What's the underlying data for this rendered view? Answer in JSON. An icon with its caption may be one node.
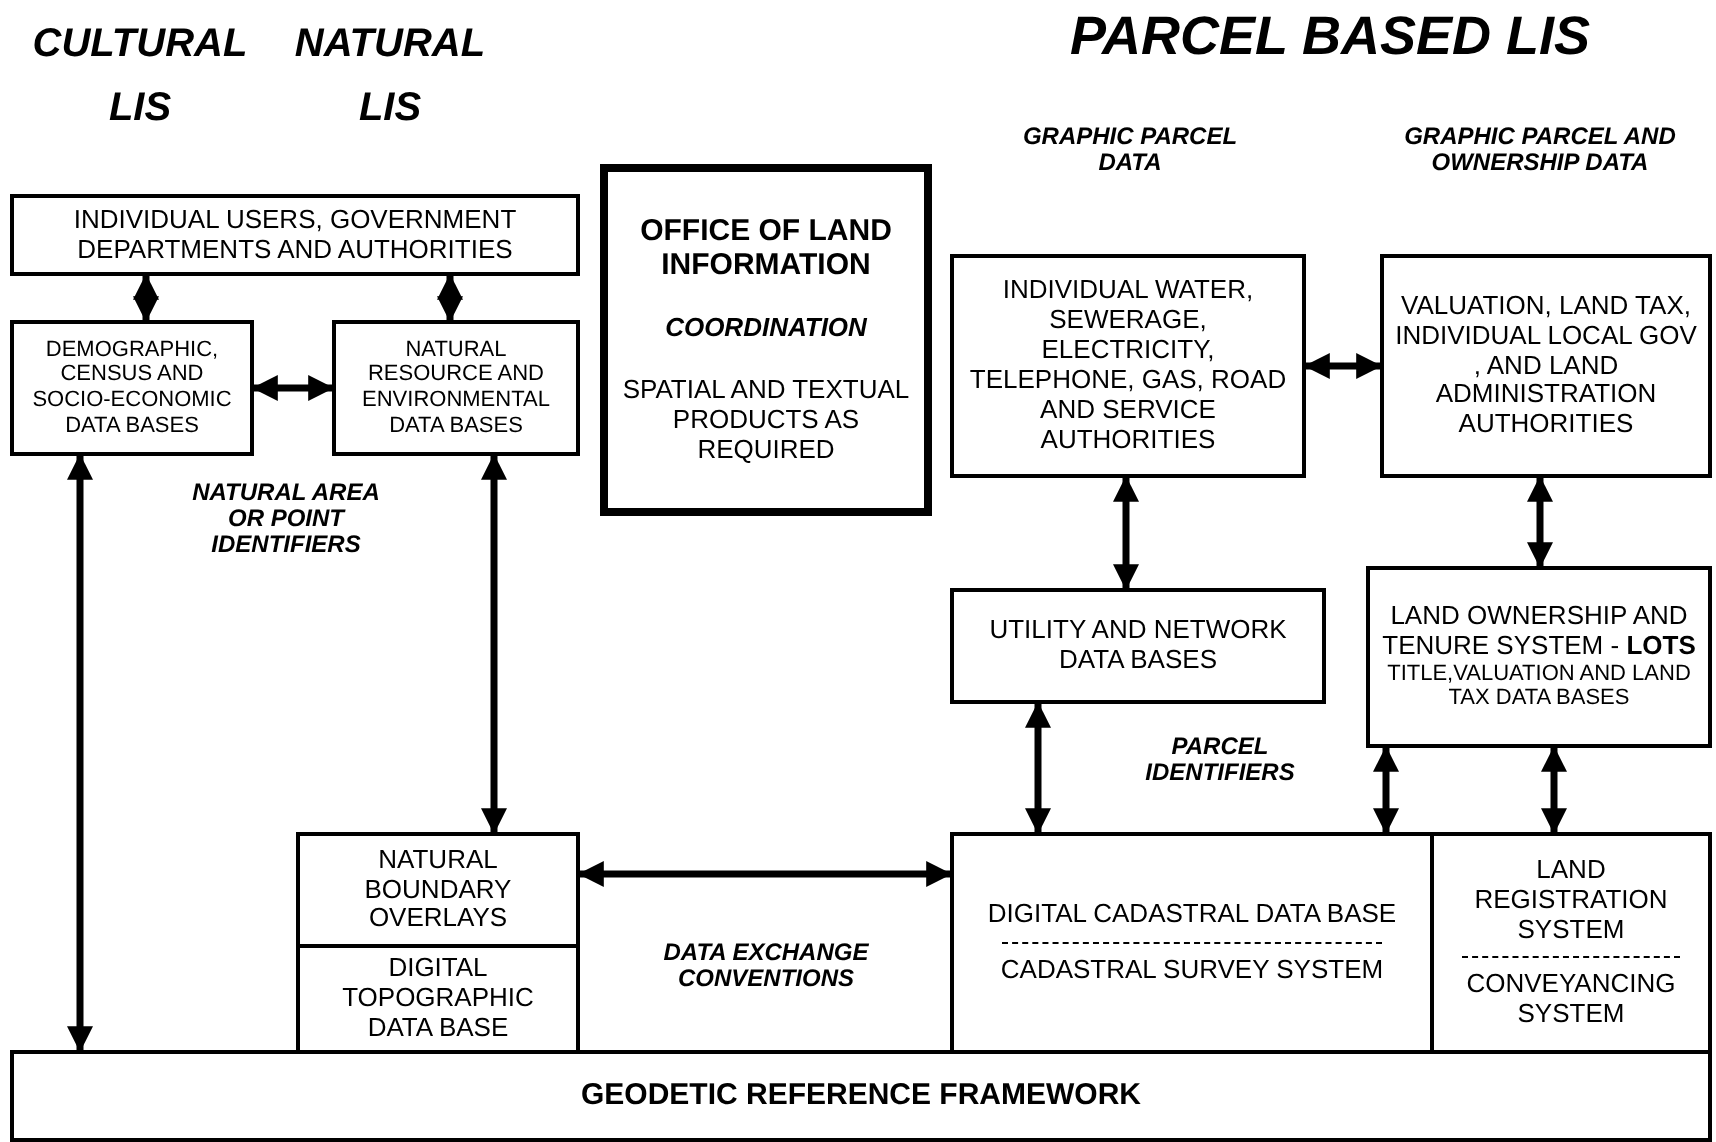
{
  "diagram": {
    "nodes": [
      {
        "text": [
          "INDIVIDUAL USERS, GOVERNMENT DEPARTMENTS AND AUTHORITIES"
        ]
      },
      {
        "text": [
          "DEMOGRAPHIC, CENSUS AND SOCIO-ECONOMIC DATA BASES"
        ]
      },
      {
        "text": [
          "NATURAL RESOURCE AND ENVIRONMENTAL DATA BASES"
        ]
      },
      {
        "text": [
          "OFFICE OF LAND INFORMATION",
          "COORDINATION",
          "SPATIAL AND TEXTUAL PRODUCTS AS REQUIRED"
        ]
      },
      {
        "text": [
          "NATURAL BOUNDARY OVERLAYS"
        ]
      },
      {
        "text": [
          "DIGITAL TOPOGRAPHIC DATA BASE"
        ]
      },
      {
        "text": [
          "INDIVIDUAL WATER, SEWERAGE, ELECTRICITY, TELEPHONE, GAS, ROAD AND SERVICE AUTHORITIES"
        ]
      },
      {
        "text": [
          "VALUATION, LAND TAX, INDIVIDUAL LOCAL GOV , AND LAND ADMINISTRATION AUTHORITIES"
        ]
      },
      {
        "text": [
          "UTILITY AND NETWORK DATA BASES"
        ]
      },
      {
        "text": [
          "LAND OWNERSHIP AND TENURE SYSTEM - **LOTS**",
          "TITLE,VALUATION AND LAND TAX DATA BASES"
        ]
      },
      {
        "text": [
          "DIGITAL CADASTRAL DATA BASE",
          "CADASTRAL SURVEY SYSTEM"
        ]
      },
      {
        "text": [
          "LAND REGISTRATION SYSTEM",
          "CONVEYANCING SYSTEM"
        ]
      },
      {
        "text": [
          "GEODETIC REFERENCE FRAMEWORK"
        ]
      }
    ],
    "edges": [
      {
        "from": 0,
        "to": 1,
        "arrow": "both"
      },
      {
        "from": 0,
        "to": 2,
        "arrow": "both"
      },
      {
        "from": 1,
        "to": 12,
        "arrow": "both"
      },
      {
        "from": 1,
        "to": 2,
        "arrow": "both",
        "label": "NATURAL AREA OR POINT IDENTIFIERS"
      },
      {
        "from": 2,
        "to": 4,
        "arrow": "both"
      },
      {
        "from": 4,
        "to": 10,
        "arrow": "both",
        "label": "DATA EXCHANGE CONVENTIONS"
      },
      {
        "from": 6,
        "to": 8,
        "arrow": "both"
      },
      {
        "from": 6,
        "to": 7,
        "arrow": "both"
      },
      {
        "from": 7,
        "to": 9,
        "arrow": "both"
      },
      {
        "from": 8,
        "to": 10,
        "arrow": "both"
      },
      {
        "from": 9,
        "to": 10,
        "arrow": "both"
      },
      {
        "from": 9,
        "to": 11,
        "arrow": "both"
      }
    ],
    "labels": [
      "CULTURAL LIS",
      "NATURAL LIS",
      "PARCEL BASED LIS",
      "GRAPHIC PARCEL DATA",
      "GRAPHIC PARCEL AND OWNERSHIP DATA",
      "PARCEL IDENTIFIERS"
    ]
  }
}
